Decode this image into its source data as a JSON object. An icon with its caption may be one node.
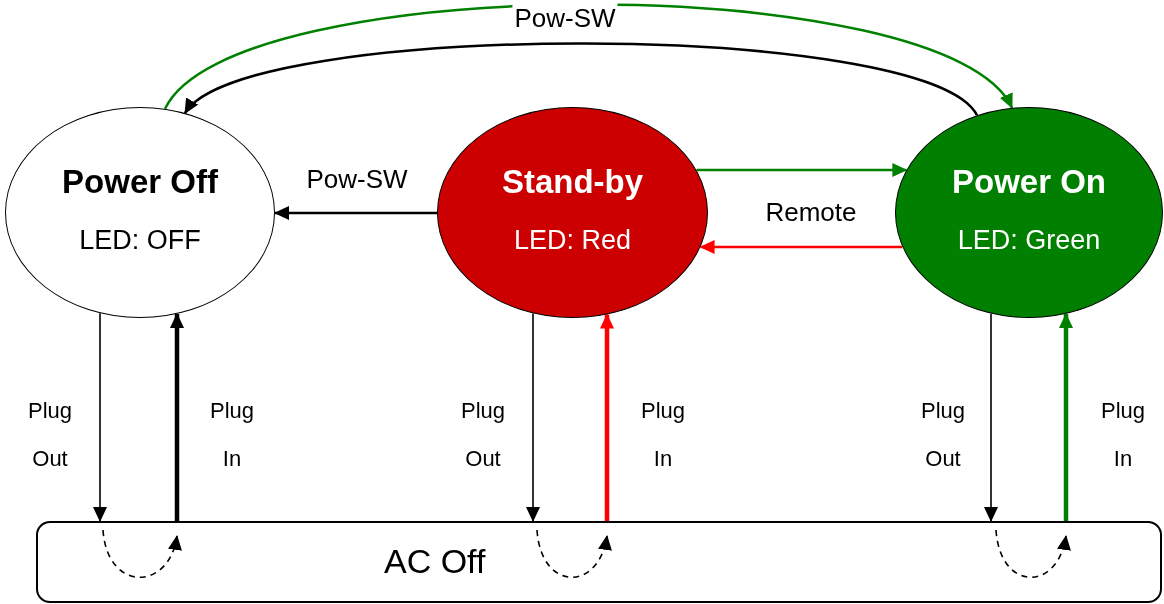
{
  "diagram": {
    "nodes": [
      {
        "text": [
          "Power Off",
          "LED: OFF"
        ]
      },
      {
        "text": [
          "Stand-by",
          "LED: Red"
        ]
      },
      {
        "text": [
          "Power On",
          "LED: Green"
        ]
      },
      {
        "text": [
          "AC Off"
        ]
      }
    ],
    "edges": [
      {
        "from": 1,
        "to": 0,
        "arrow": "to",
        "label": "Pow-SW"
      },
      {
        "from": 1,
        "to": 2,
        "arrow": "to",
        "color": "#008000",
        "label": "Remote"
      },
      {
        "from": 2,
        "to": 1,
        "arrow": "to",
        "color": "#ff0000"
      },
      {
        "from": 0,
        "to": 2,
        "arrow": "to",
        "color": "#008000",
        "label": "Pow-SW"
      },
      {
        "from": 2,
        "to": 0,
        "arrow": "to"
      },
      {
        "from": 0,
        "to": 3,
        "arrow": "to",
        "label": "Plug Out"
      },
      {
        "from": 3,
        "to": 0,
        "arrow": "to",
        "style": "thick",
        "label": "Plug In"
      },
      {
        "from": 1,
        "to": 3,
        "arrow": "to",
        "label": "Plug Out"
      },
      {
        "from": 3,
        "to": 1,
        "arrow": "to",
        "style": "thick",
        "color": "#ff0000",
        "label": "Plug In"
      },
      {
        "from": 2,
        "to": 3,
        "arrow": "to",
        "label": "Plug Out"
      },
      {
        "from": 3,
        "to": 2,
        "arrow": "to",
        "style": "thick",
        "color": "#008000",
        "label": "Plug In"
      },
      {
        "from": 3,
        "to": 3,
        "arrow": "to",
        "style": "dashed"
      },
      {
        "from": 3,
        "to": 3,
        "arrow": "to",
        "style": "dashed"
      },
      {
        "from": 3,
        "to": 3,
        "arrow": "to",
        "style": "dashed"
      }
    ]
  }
}
